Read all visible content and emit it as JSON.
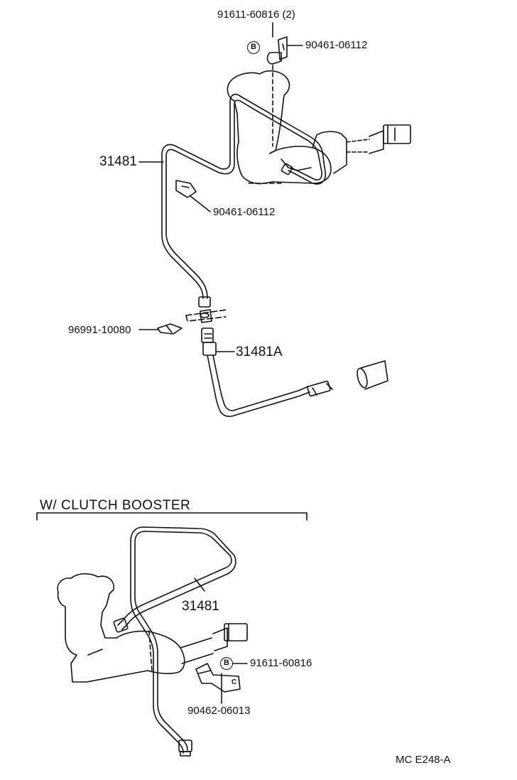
{
  "top_section": {
    "bolt_label": "91611-60816 (2)",
    "bolt_callout": "B",
    "clamp_label_upper": "90461-06112",
    "tube_label": "31481",
    "clamp_label_middle": "90461-06112",
    "clip_label": "96991-10080",
    "hose_label": "31481A"
  },
  "bottom_section": {
    "header": "W/ CLUTCH  BOOSTER",
    "tube_label": "31481",
    "bolt_label": "91611-60816",
    "bolt_callout": "B",
    "bracket_label": "90462-06013",
    "bracket_mark": "C"
  },
  "footer": {
    "figure_code": "MC  E248-A"
  },
  "colors": {
    "ink": "#111111",
    "paper": "#ffffff"
  }
}
